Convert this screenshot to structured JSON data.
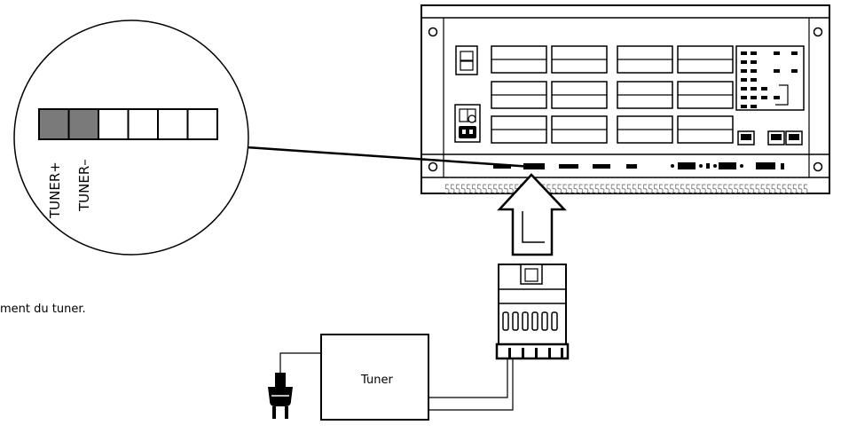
{
  "diagram": {
    "caption": "ment du tuner.",
    "tuner_label": "Tuner",
    "terminal_labels": [
      "TUNER+",
      "TUNER–"
    ],
    "rack_tread": "ƽƽƽƽƽƽƽƽƽƽƽƽƽƽƽƽƽƽƽƽƽƽƽƽƽƽƽƽƽƽƽƽƽƽƽƽƽƽƽƽƽƽƽƽƽƽƽƽƽƽƽƽƽƽƽƽƽƽƽƽƽƽƽƽƽƽƽƽ",
    "colors": {
      "line": "#000000",
      "terminal_fill": "#7a7a7a",
      "background": "#ffffff"
    }
  }
}
